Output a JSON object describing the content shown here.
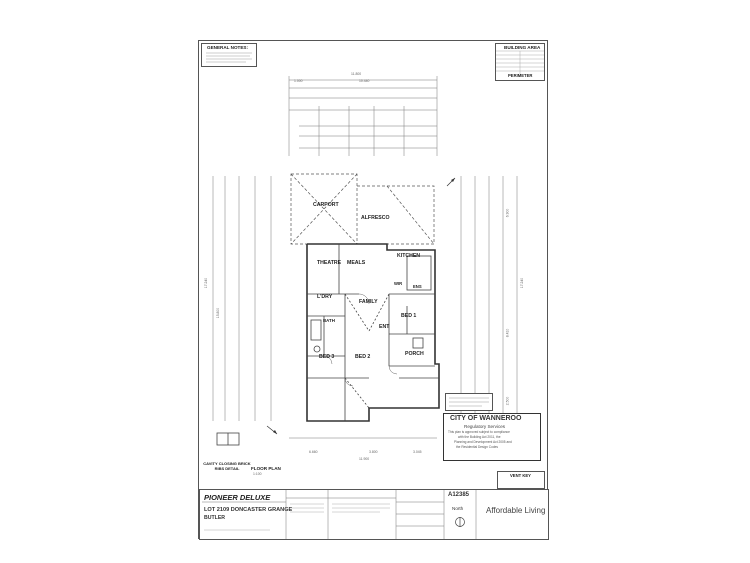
{
  "notes": {
    "general_notes_title": "GENERAL NOTES:",
    "building_area_title": "BUILDING AREA",
    "perimeter_title": "PERIMETER",
    "cavity_closing_title": "CAVITY CLOSING BRICK RIBS DETAIL",
    "bricklayer_notes_title": "BRICKLAYER NOTES:",
    "floor_plan_title": "FLOOR PLAN",
    "floor_plan_scale": "1:100",
    "vent_key_title": "VENT KEY"
  },
  "rooms": {
    "carport": "CARPORT",
    "alfresco": "ALFRESCO",
    "theatre": "THEATRE",
    "meals": "MEALS",
    "kitchen": "KITCHEN",
    "ldry": "L'DRY",
    "family": "FAMILY",
    "wir": "WIR",
    "ens": "ENS",
    "bath": "BATH",
    "ent": "ENT",
    "bed1": "BED 1",
    "bed2": "BED 2",
    "bed3": "BED 3",
    "porch": "PORCH"
  },
  "dimensions": {
    "overall_top_1": "11.800",
    "overall_top_2": "10.440",
    "overall_left": "17.240",
    "overall_left_inner": "15.800",
    "overall_right": "17.240",
    "right_upper": "6.900",
    "right_lower": "8.410",
    "right_bottom": "2.500",
    "bottom_overall": "11.900",
    "bottom_seg1": "6.660",
    "bottom_seg2": "3.800",
    "bottom_seg3": "3.045",
    "top_left": "1.000"
  },
  "stamp": {
    "title": "CITY OF WANNEROO",
    "subtitle": "Regulatory Services",
    "line1": "This plan is approved subject to compliance",
    "line2": "with the Building Act 2011, the",
    "line3": "Planning and Development Act 2005 and",
    "line4": "the Residential Design Codes"
  },
  "title_block": {
    "house_name": "PIONEER DELUXE",
    "lot_line": "LOT 2109 DONCASTER GRANGE",
    "suburb": "BUTLER",
    "job_number": "A12385",
    "company": "Affordable Living",
    "north_label": "North"
  }
}
